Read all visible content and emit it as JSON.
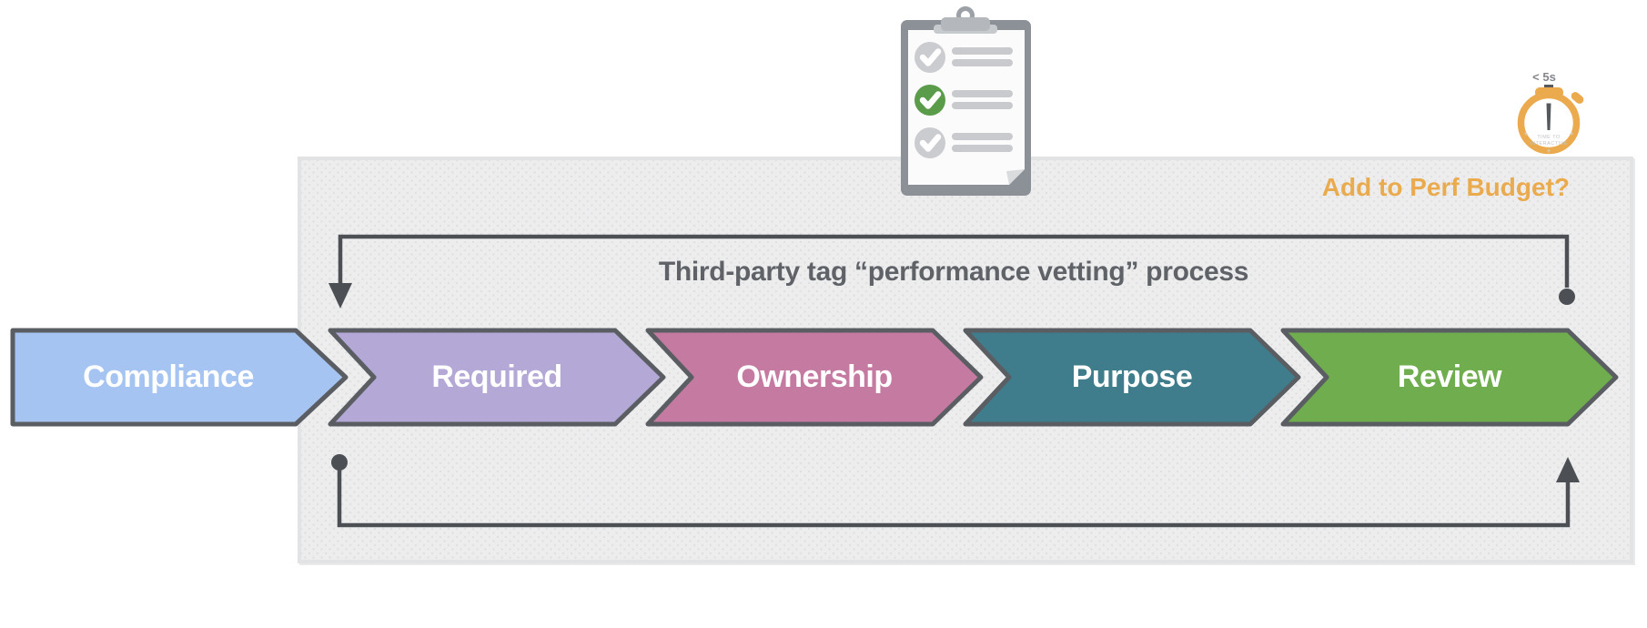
{
  "process": {
    "title": "Third-party tag “performance vetting” process",
    "stages": [
      {
        "label": "Compliance",
        "color": "#a6c4f1"
      },
      {
        "label": "Required",
        "color": "#b4a8d7"
      },
      {
        "label": "Ownership",
        "color": "#c57ba1"
      },
      {
        "label": "Purpose",
        "color": "#3f7d8d"
      },
      {
        "label": "Review",
        "color": "#6fad4e"
      }
    ]
  },
  "perf_budget_question": "Add to Perf Budget?",
  "stopwatch": {
    "badge": "< 5s",
    "dial_label_line1": "TIME TO",
    "dial_label_line2": "INTERACTIVE",
    "ring_color": "#eaaa4d"
  },
  "clipboard": {
    "items": [
      {
        "icon": "check-circle",
        "state": "inactive",
        "color": "#caccd0"
      },
      {
        "icon": "check-circle",
        "state": "active",
        "color": "#5b9c4a"
      },
      {
        "icon": "check-circle",
        "state": "inactive",
        "color": "#caccd0"
      }
    ]
  },
  "colors": {
    "panel_background": "#ededee",
    "stage_outline": "#5a5e63",
    "loop_line": "#4c5055",
    "title_text": "#5f6368",
    "accent_orange": "#eaab4e"
  }
}
